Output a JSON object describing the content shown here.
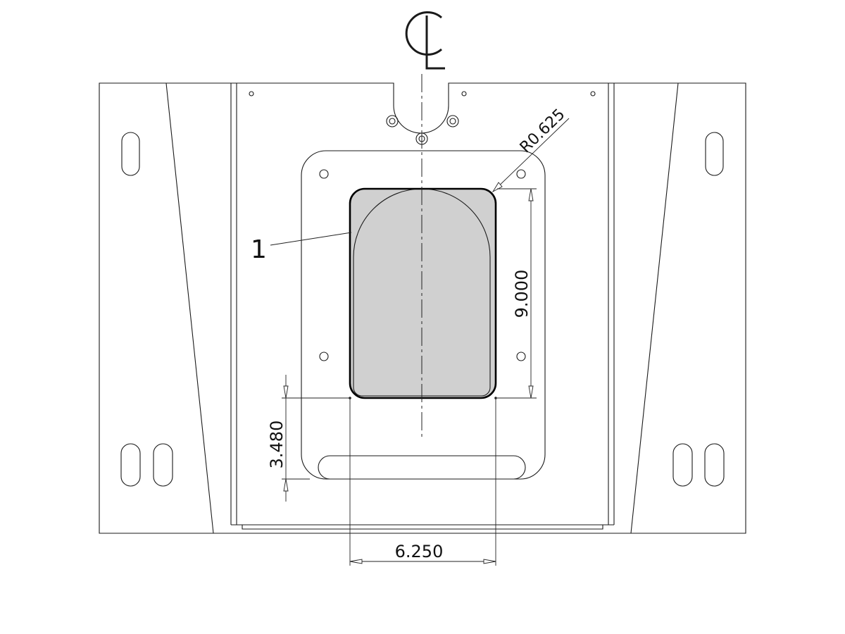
{
  "drawing": {
    "centerline_symbol": "CL",
    "callout_label": "1",
    "radius_label": "R0.625",
    "dim_height_label": "9.000",
    "dim_offset_label": "3.480",
    "dim_width_label": "6.250"
  },
  "colors": {
    "line": "#1a1a1a",
    "fill_gray": "#d0d0d0",
    "background": "#ffffff"
  }
}
